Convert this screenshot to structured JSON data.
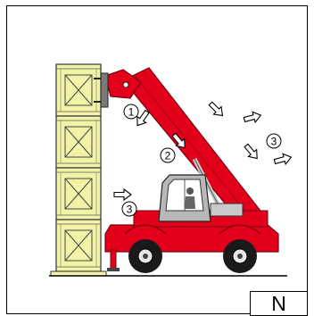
{
  "badge": {
    "letter": "N"
  },
  "markers": {
    "one": "1",
    "two": "2",
    "three_upper": "3",
    "three_lower": "3"
  },
  "colors": {
    "crate": "#f3f3a8",
    "machine_red": "#e3001b",
    "cab_grey": "#b8b8b8",
    "tire": "#1a1a1a",
    "arrow_fill": "#ffffff"
  },
  "icons": [
    "crate-stack",
    "telehandler-machine",
    "move-arrow"
  ]
}
